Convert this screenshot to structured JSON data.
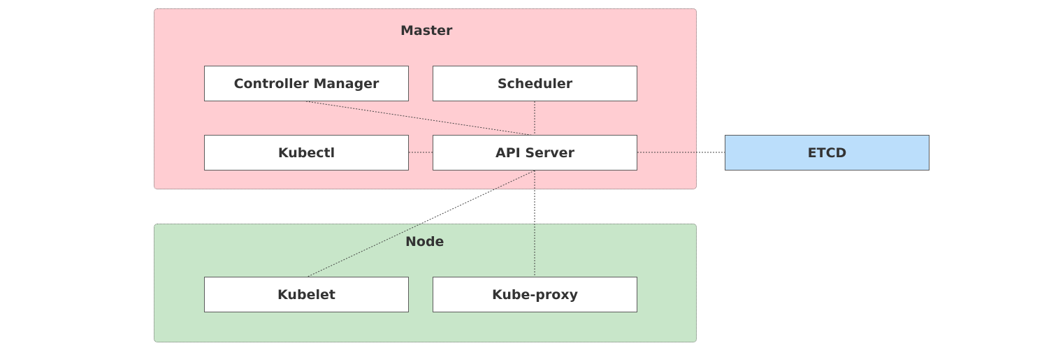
{
  "groups": {
    "master": {
      "title": "Master",
      "color": "#ffcdd2"
    },
    "node": {
      "title": "Node",
      "color": "#c8e6c9"
    }
  },
  "components": {
    "controller_manager": "Controller Manager",
    "scheduler": "Scheduler",
    "kubectl": "Kubectl",
    "api_server": "API Server",
    "etcd": "ETCD",
    "kubelet": "Kubelet",
    "kube_proxy": "Kube-proxy"
  },
  "colors": {
    "etcd": "#bbdefb",
    "box_border": "#5c5c5c",
    "connector": "#444444"
  },
  "connections": [
    [
      "controller_manager",
      "api_server"
    ],
    [
      "scheduler",
      "api_server"
    ],
    [
      "kubectl",
      "api_server"
    ],
    [
      "api_server",
      "etcd"
    ],
    [
      "api_server",
      "kubelet"
    ],
    [
      "api_server",
      "kube_proxy"
    ]
  ]
}
